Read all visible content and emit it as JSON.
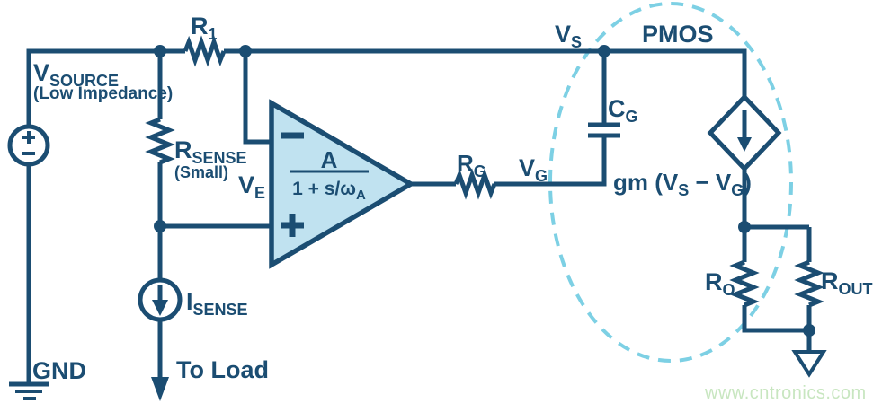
{
  "colors": {
    "navy": "#1b4d72",
    "opamp_fill": "#c0e2f0",
    "ellipse_dash": "#7dd0e4",
    "watermark_green": "#c8e6c0",
    "background": "#ffffff"
  },
  "source": {
    "label": "V",
    "label_sub": "SOURCE",
    "note": "(Low Impedance)"
  },
  "resistors": {
    "r1": {
      "main": "R",
      "sub": "1"
    },
    "r_sense": {
      "main": "R",
      "sub": "SENSE",
      "note": "(Small)"
    },
    "r_g": {
      "main": "R",
      "sub": "G"
    },
    "r_o": {
      "main": "R",
      "sub": "O"
    },
    "r_out": {
      "main": "R",
      "sub": "OUT"
    }
  },
  "nodes": {
    "v_e": {
      "main": "V",
      "sub": "E"
    },
    "v_g": {
      "main": "V",
      "sub": "G"
    },
    "v_s": {
      "main": "V",
      "sub": "S"
    }
  },
  "opamp": {
    "gain_numerator": "A",
    "gain_denominator": "1 + s/ω",
    "gain_denominator_sub": "A"
  },
  "capacitor": {
    "main": "C",
    "sub": "G"
  },
  "pmos": {
    "title": "PMOS",
    "gm_p1": "gm (V",
    "gm_s1": "S",
    "gm_p2": " − V",
    "gm_s2": "G",
    "gm_p3": ")"
  },
  "current_source": {
    "main": "I",
    "sub": "SENSE"
  },
  "annotations": {
    "to_load": "To Load",
    "gnd": "GND"
  },
  "watermark": "www.cntronics.com"
}
